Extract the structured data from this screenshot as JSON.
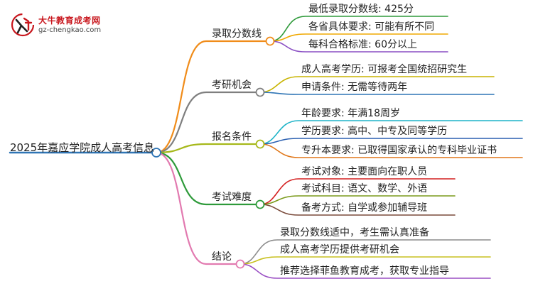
{
  "logo": {
    "title": "大牛教育成考网",
    "url": "gz-chengkao.com"
  },
  "root": {
    "label": "2025年嘉应学院成人高考信息",
    "color": "#2f75b5"
  },
  "branches": [
    {
      "label": "录取分数线",
      "color": "#f08c1a",
      "leaves": [
        {
          "label": "最低录取分数线: 425分",
          "color": "#2e9a3a"
        },
        {
          "label": "各省具体要求: 可能有所不同",
          "color": "#f0a800"
        },
        {
          "label": "每科合格标准: 60分以上",
          "color": "#8a4fc4"
        }
      ]
    },
    {
      "label": "考研机会",
      "color": "#7f7f7f",
      "leaves": [
        {
          "label": "成人高考学历: 可报考全国统招研究生",
          "color": "#c8b400"
        },
        {
          "label": "申请条件: 无需等待两年",
          "color": "#2f75b5"
        }
      ]
    },
    {
      "label": "报名条件",
      "color": "#a6b81a",
      "leaves": [
        {
          "label": "年龄要求: 年满18周岁",
          "color": "#1fb4c8"
        },
        {
          "label": "学历要求: 高中、中专及同等学历",
          "color": "#2a5fb0"
        },
        {
          "label": "专升本要求: 已取得国家承认的专科毕业证书",
          "color": "#e0771a"
        }
      ]
    },
    {
      "label": "考试难度",
      "color": "#2e9a3a",
      "leaves": [
        {
          "label": "考试对象: 主要面向在职人员",
          "color": "#d42020"
        },
        {
          "label": "考试科目: 语文、数学、外语",
          "color": "#7a9a1a"
        },
        {
          "label": "备考方式: 自学或参加辅导班",
          "color": "#7a4a3a"
        }
      ]
    },
    {
      "label": "结论",
      "color": "#e27ab0",
      "leaves": [
        {
          "label": "录取分数线适中，考生需认真准备",
          "color": "#8c8c8c"
        },
        {
          "label": "成人高考学历提供考研机会",
          "color": "#c8c020"
        },
        {
          "label": "推荐选择菲鱼教育成考，获取专业指导",
          "color": "#9a4fc4"
        }
      ]
    }
  ]
}
